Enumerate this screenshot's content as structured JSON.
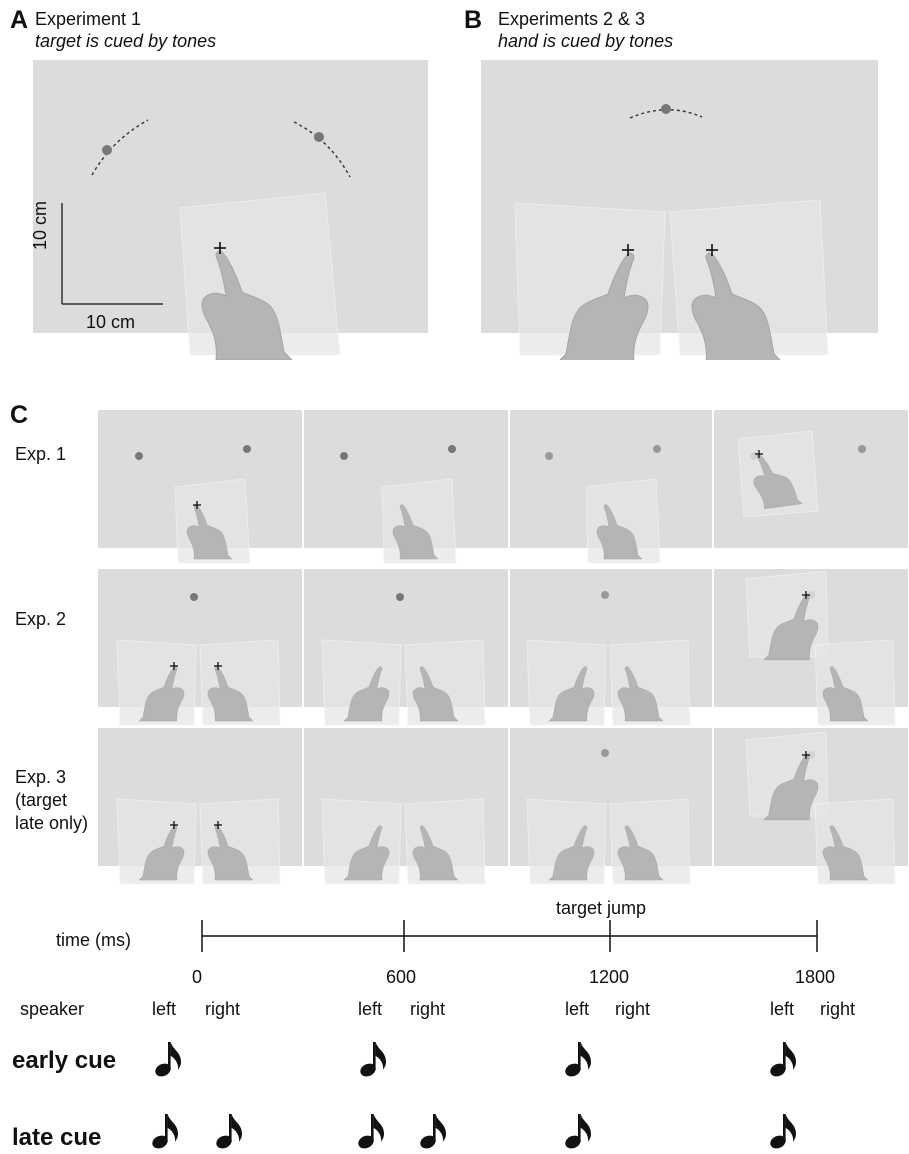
{
  "panel_a": {
    "letter": "A",
    "title": "Experiment 1",
    "subtitle": "target is cued by tones",
    "scale_y_label": "10 cm",
    "scale_x_label": "10 cm"
  },
  "panel_b": {
    "letter": "B",
    "title": "Experiments 2 & 3",
    "subtitle": "hand is cued by tones"
  },
  "panel_c": {
    "letter": "C",
    "rows": [
      {
        "label": "Exp. 1"
      },
      {
        "label": "Exp. 2"
      },
      {
        "label": "Exp. 3\n(target\nlate only)"
      }
    ],
    "target_jump_label": "target jump",
    "time_label": "time (ms)",
    "ticks": [
      "0",
      "600",
      "1200",
      "1800"
    ],
    "speaker_label": "speaker",
    "speaker_left": "left",
    "speaker_right": "right",
    "early_cue_label": "early cue",
    "late_cue_label": "late cue",
    "early_cue_notes": [
      [
        "left"
      ],
      [
        "left"
      ],
      [
        "left"
      ],
      [
        "left"
      ]
    ],
    "late_cue_notes": [
      [
        "left",
        "right"
      ],
      [
        "left",
        "right"
      ],
      [
        "left"
      ],
      [
        "left"
      ]
    ]
  },
  "colors": {
    "panel_bg": "#dcdcdc",
    "dot": "#777777",
    "dot_light": "#999999",
    "hand": "#b8b8b8",
    "text": "#111111"
  }
}
